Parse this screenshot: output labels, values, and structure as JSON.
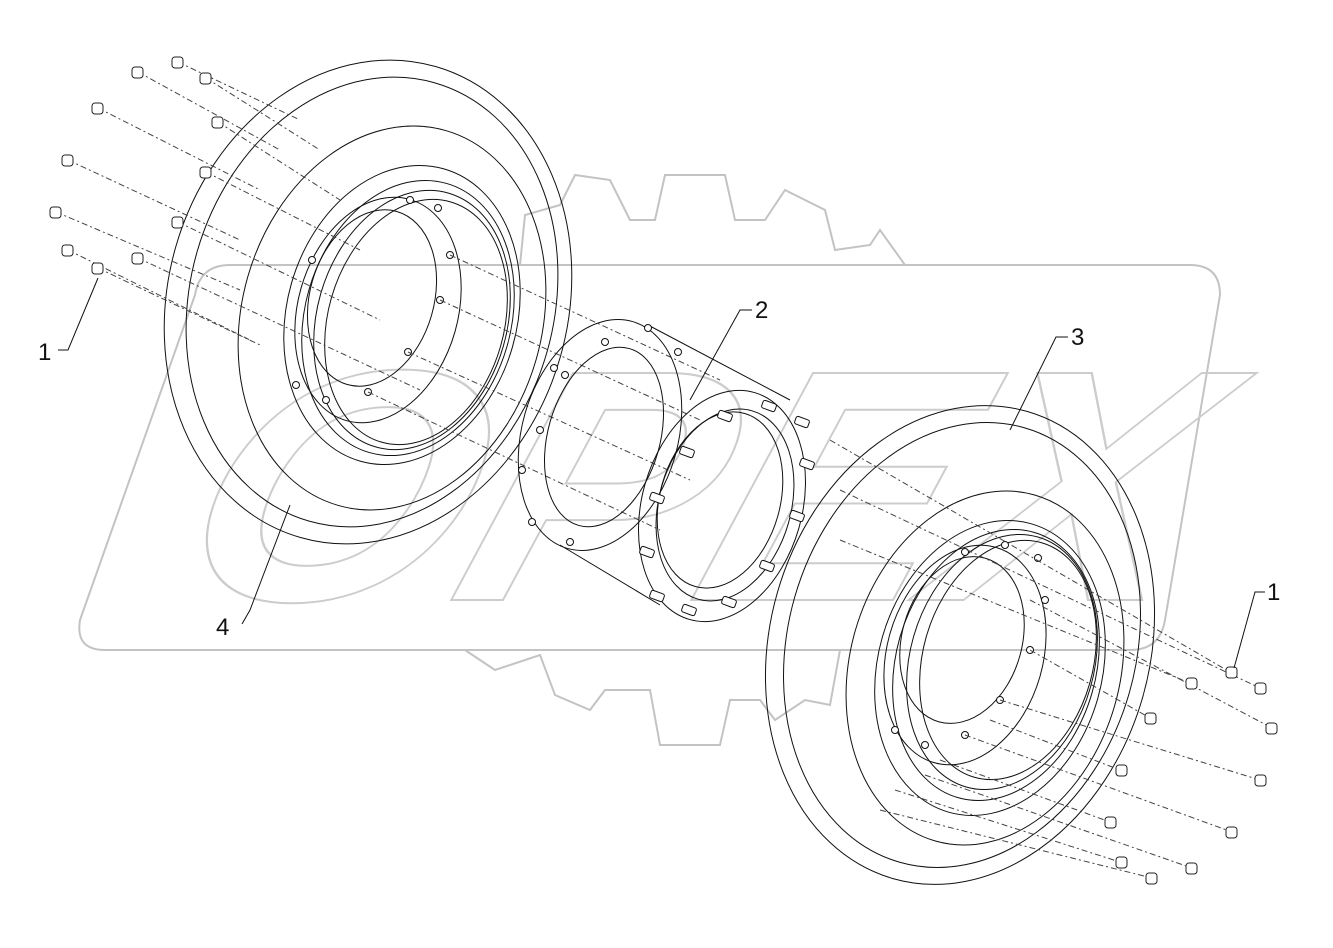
{
  "diagram": {
    "callouts": [
      {
        "id": "left-nuts",
        "label": "1"
      },
      {
        "id": "spacer",
        "label": "2"
      },
      {
        "id": "right-wheel",
        "label": "3"
      },
      {
        "id": "left-wheel",
        "label": "4"
      },
      {
        "id": "right-nuts",
        "label": "1"
      }
    ],
    "watermark": {
      "text": "OPEX"
    }
  }
}
